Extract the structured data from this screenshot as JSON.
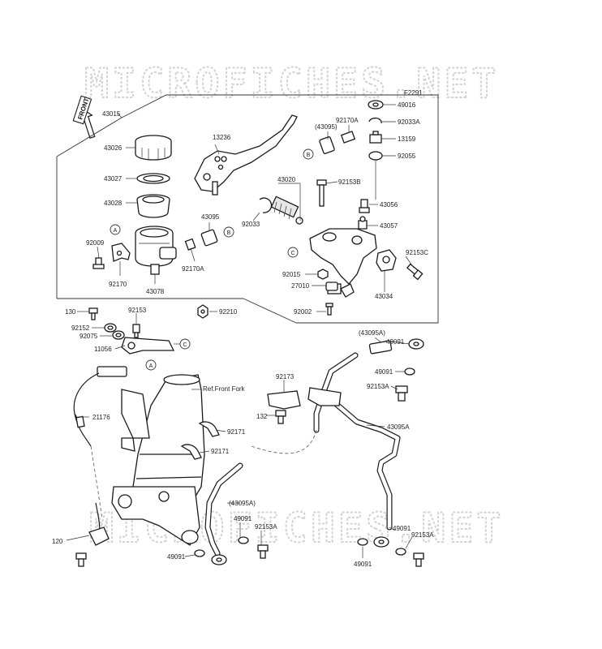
{
  "watermark": "MICROFICHES.NET",
  "figure_code": "F2291",
  "front_label": "FRONT",
  "ref_note": "Ref.Front Fork",
  "callouts": [
    "A",
    "B",
    "C"
  ],
  "parts": {
    "p43015": "43015",
    "p43026": "43026",
    "p43027": "43027",
    "p43028": "43028",
    "p92009": "92009",
    "p92170": "92170",
    "p43078": "43078",
    "p13236": "13236",
    "p43095": "43095",
    "p43095_paren": "(43095)",
    "p92033": "92033",
    "p92170A": "92170A",
    "p43020": "43020",
    "p92170A_top": "92170A",
    "p92153B": "92153B",
    "p43056": "43056",
    "p43057": "43057",
    "p92153C": "92153C",
    "p43034": "43034",
    "p92015": "92015",
    "p27010": "27010",
    "p92002": "92002",
    "p92210": "92210",
    "p49016": "49016",
    "p92033A": "92033A",
    "p13159": "13159",
    "p92055": "92055",
    "p130": "130",
    "p92153": "92153",
    "p92152": "92152",
    "p92075": "92075",
    "p11056": "11056",
    "p43095A_paren_1": "(43095A)",
    "p49091_1": "49091",
    "p49091_2": "49091",
    "p92153A_1": "92153A",
    "p92173": "92173",
    "p132": "132",
    "p43095A": "43095A",
    "p21176": "21176",
    "p92171_1": "92171",
    "p92171_2": "92171",
    "p43095A_paren_2": "(43095A)",
    "p49091_3": "49091",
    "p92153A_2": "92153A",
    "p49091_4": "49091",
    "p120": "120",
    "p49091_5": "49091",
    "p92153A_3": "92153A",
    "p49091_6": "49091"
  }
}
